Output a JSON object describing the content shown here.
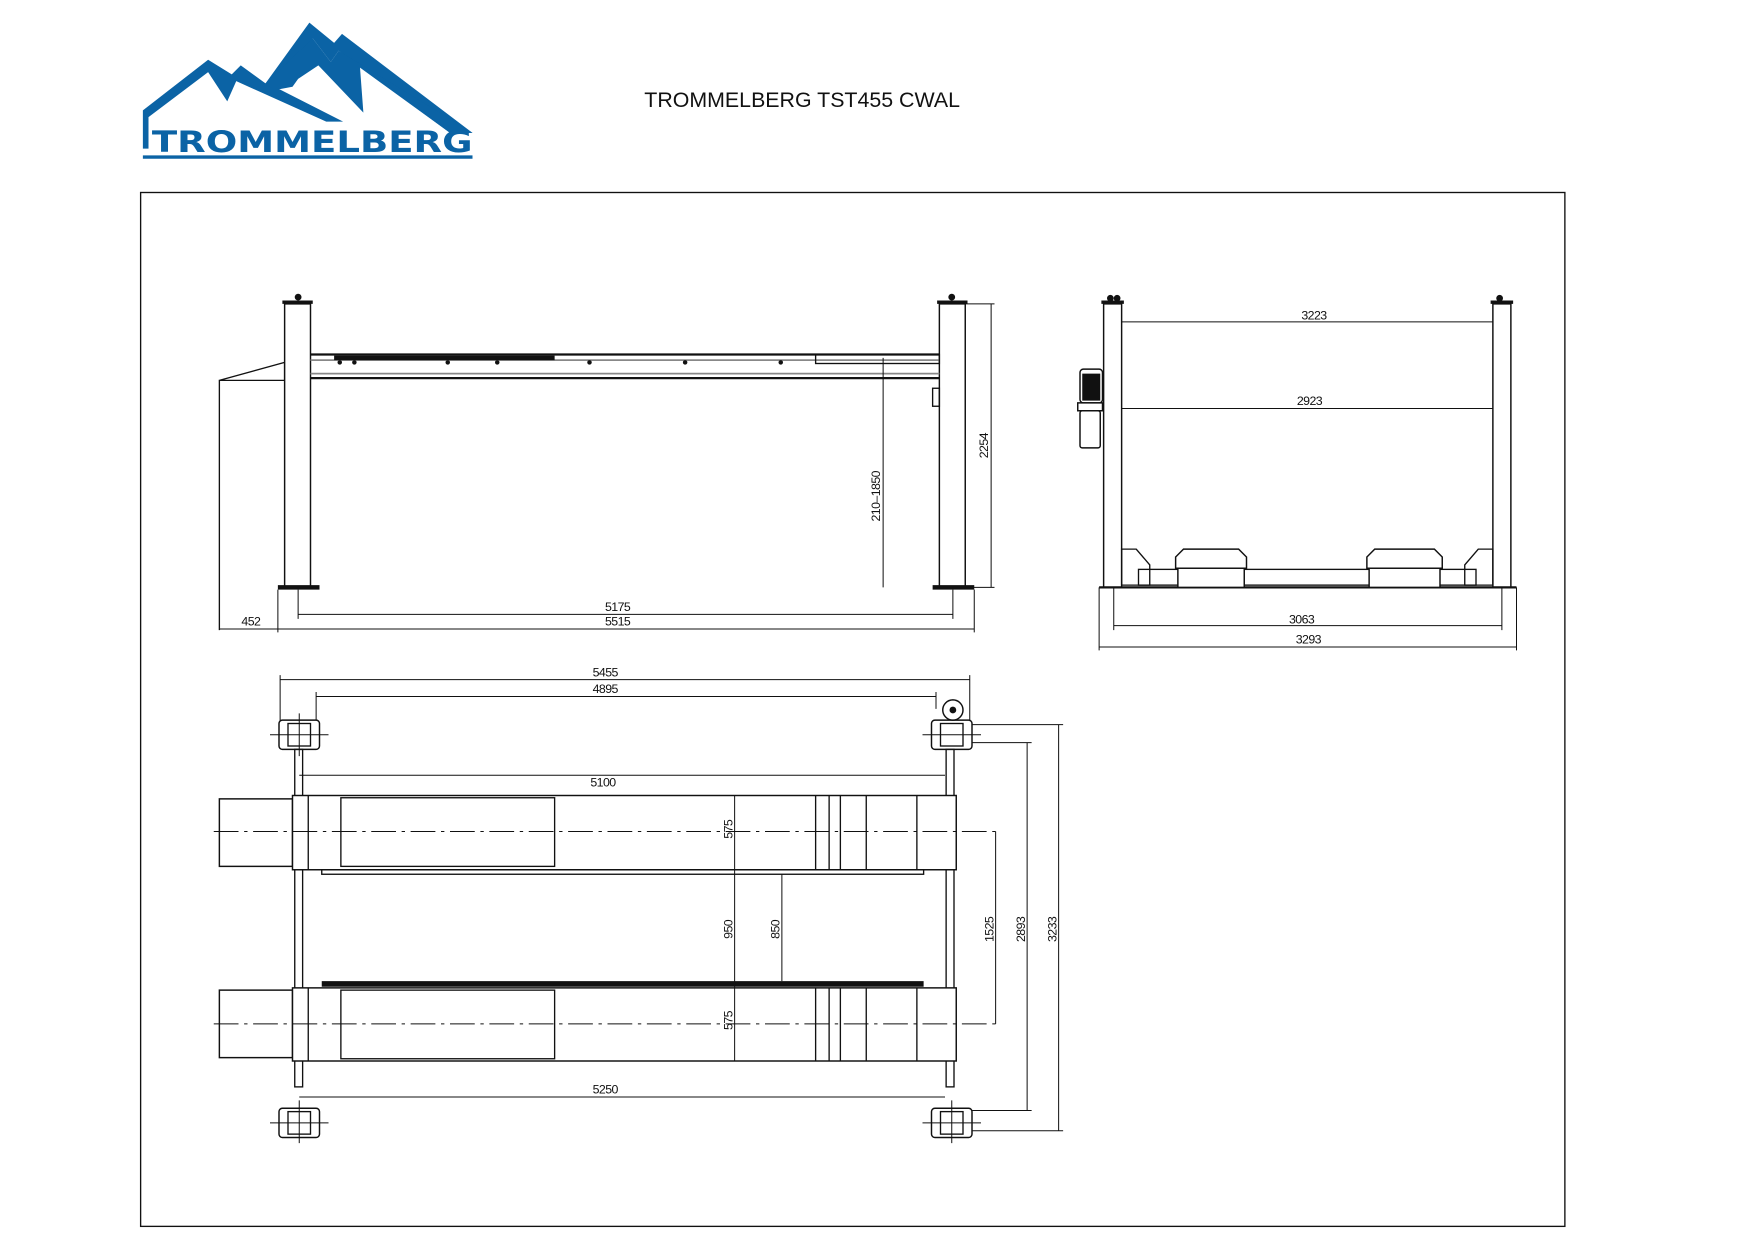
{
  "header": {
    "title": "TROMMELBERG TST455 CWAL",
    "logo_text": "TROMMELBERG",
    "brand_color": "#0b63a5"
  },
  "front_view": {
    "lift_height_range": "210–1850",
    "column_height": "2254",
    "inner_length": "5175",
    "overall_length": "5515",
    "ramp_offset": "452"
  },
  "side_view": {
    "outer_width_top": "3223",
    "inner_width_top": "2923",
    "inner_width_base": "3063",
    "overall_width_base": "3293"
  },
  "top_view": {
    "overall_length": "5455",
    "column_spacing": "4895",
    "crossbeam_length_top": "5100",
    "runway_width_1": "575",
    "runway_outer_gap": "950",
    "runway_inner_gap": "850",
    "runway_width_2": "575",
    "runway_center_distance": "1525",
    "column_center_width": "2893",
    "overall_width": "3233",
    "crossbeam_length_bottom": "5250"
  }
}
